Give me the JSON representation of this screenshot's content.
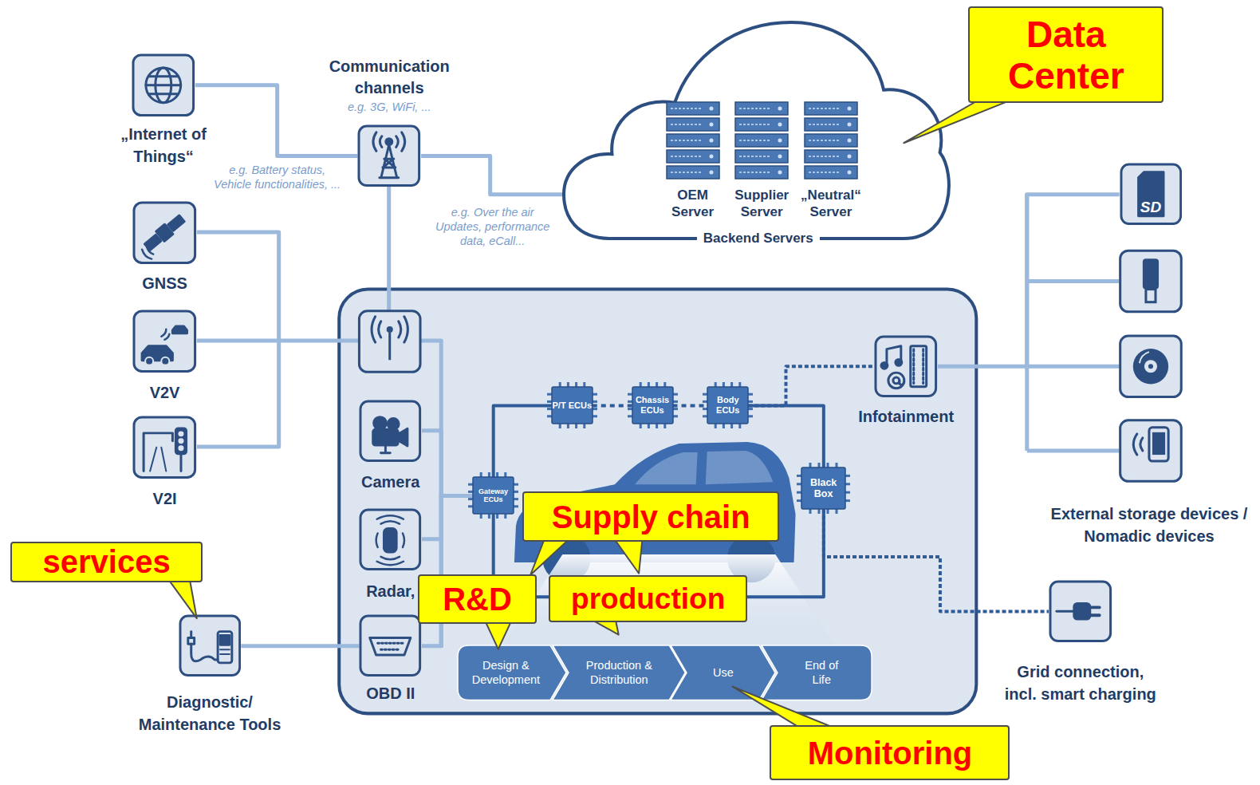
{
  "diagram": {
    "nodes": [
      {
        "text": [
          "„Internet of Things“"
        ]
      },
      {
        "text": [
          "Communication channels",
          "e.g. 3G, WiFi, ..."
        ]
      },
      {
        "text": [
          "Backend Servers"
        ]
      },
      {
        "text": [
          "OEM Server"
        ],
        "in": 2
      },
      {
        "text": [
          "Supplier Server"
        ],
        "in": 2
      },
      {
        "text": [
          "„Neutral“ Server"
        ],
        "in": 2
      },
      {
        "text": [
          "Data Center"
        ]
      },
      {
        "text": [
          "GNSS"
        ]
      },
      {
        "text": [
          "V2V"
        ]
      },
      {
        "text": [
          "V2I"
        ]
      },
      {
        "text": [
          "Camera"
        ]
      },
      {
        "text": [
          "Radar,"
        ]
      },
      {
        "text": [
          "OBD II"
        ]
      },
      {
        "text": [
          "Diagnostic/ Maintenance Tools"
        ]
      },
      {
        "text": [
          "services"
        ]
      },
      {
        "text": [
          "P/T ECUs"
        ]
      },
      {
        "text": [
          "Chassis ECUs"
        ]
      },
      {
        "text": [
          "Body ECUs"
        ]
      },
      {
        "text": [
          "Gateway ECUs"
        ]
      },
      {
        "text": [
          "Black Box"
        ]
      },
      {
        "text": [
          "Infotainment"
        ]
      },
      {
        "text": [
          "SD"
        ]
      },
      {
        "text": [
          "Grid connection, incl. smart charging"
        ]
      },
      {
        "text": [
          "Design & Development"
        ]
      },
      {
        "text": [
          "Production & Distribution"
        ]
      },
      {
        "text": [
          "Use"
        ]
      },
      {
        "text": [
          "End of Life"
        ]
      },
      {
        "text": [
          "Supply chain"
        ]
      },
      {
        "text": [
          "R&D"
        ]
      },
      {
        "text": [
          "production"
        ]
      },
      {
        "text": [
          "Monitoring"
        ]
      }
    ],
    "edges": [
      {
        "from": 0,
        "to": 1,
        "arrow": "none",
        "label": "e.g. Battery status, Vehicle functionalities, ..."
      },
      {
        "from": 1,
        "to": 2,
        "arrow": "none",
        "label": "e.g. Over the air Updates, performance data, eCall..."
      },
      {
        "from": 10,
        "to": 18,
        "arrow": "none"
      },
      {
        "from": 11,
        "to": 18,
        "arrow": "none"
      },
      {
        "from": 12,
        "to": 18,
        "arrow": "none"
      },
      {
        "from": 13,
        "to": 12,
        "arrow": "none"
      },
      {
        "from": 18,
        "to": 15,
        "arrow": "none"
      },
      {
        "from": 15,
        "to": 16,
        "arrow": "none"
      },
      {
        "from": 16,
        "to": 17,
        "arrow": "none"
      },
      {
        "from": 17,
        "to": 20,
        "arrow": "none"
      },
      {
        "from": 17,
        "to": 19,
        "arrow": "none"
      },
      {
        "from": 19,
        "to": 18,
        "arrow": "none"
      },
      {
        "from": 19,
        "to": 22,
        "arrow": "none"
      },
      {
        "from": 20,
        "to": 21,
        "arrow": "none"
      }
    ],
    "labels": [
      "External storage devices / Nomadic devices"
    ]
  }
}
